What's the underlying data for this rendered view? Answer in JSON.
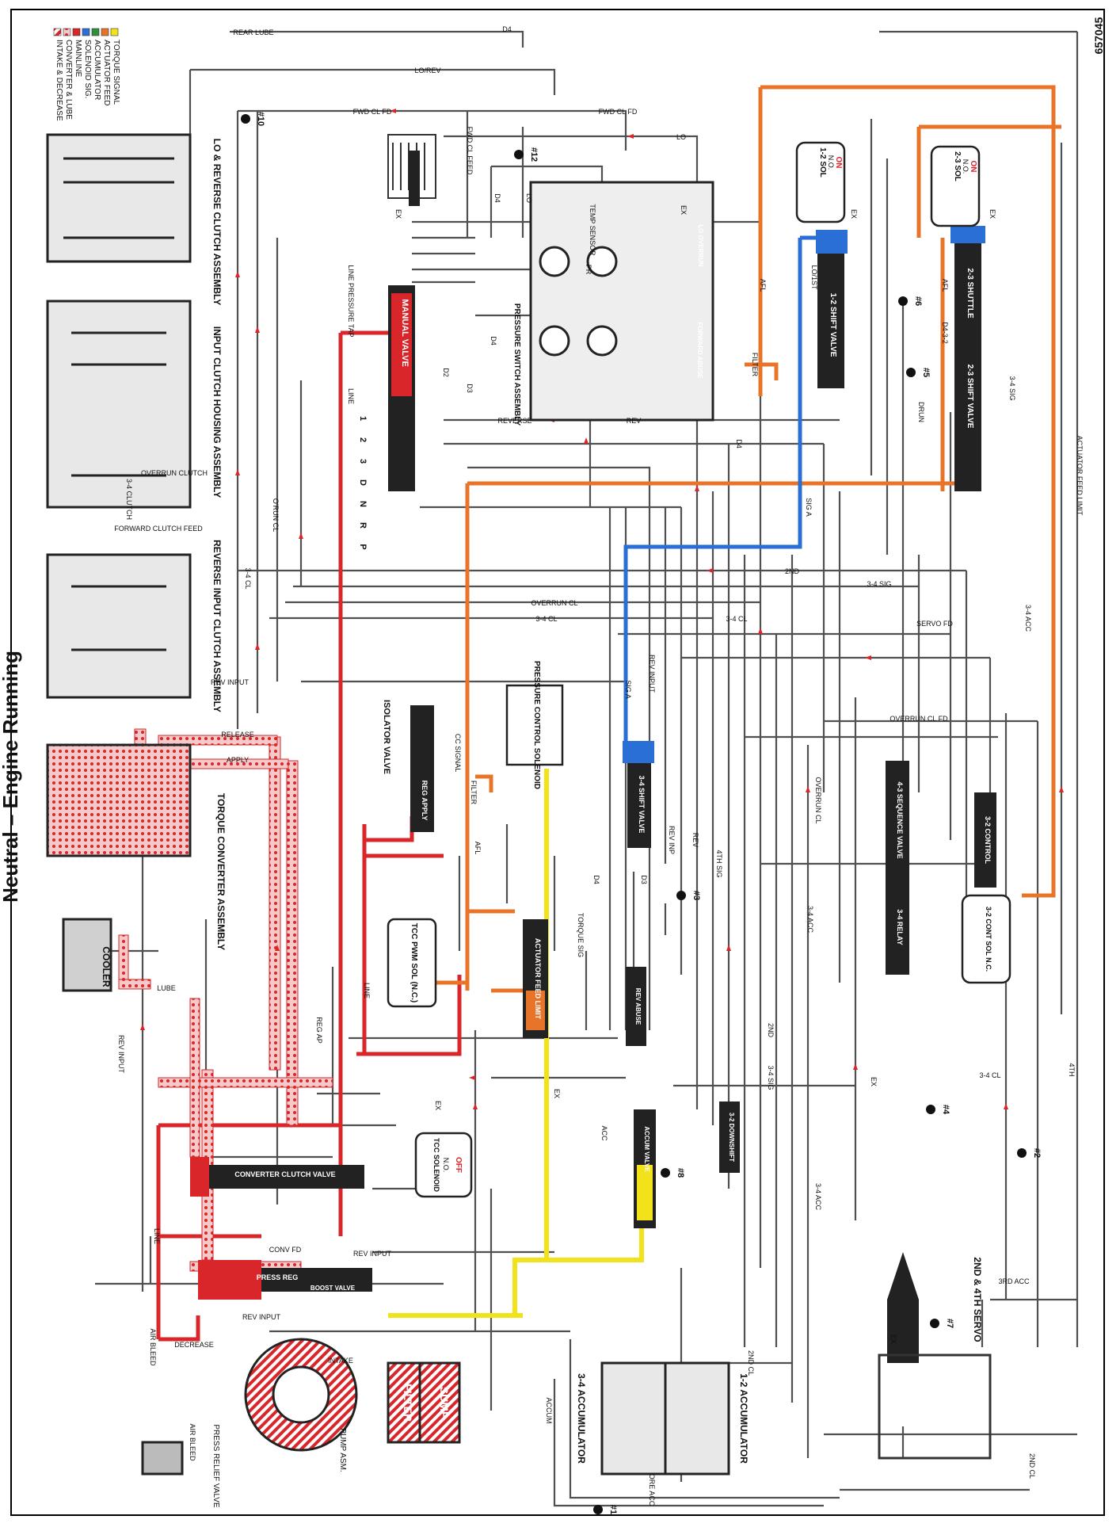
{
  "title": "Neutral – Engine Running",
  "figure_number": "657045",
  "legend": [
    {
      "label": "INTAKE & DECREASE",
      "color": "#d8262b",
      "pattern": "hatch"
    },
    {
      "label": "CONVERTER & LUBE",
      "color": "#d8262b",
      "pattern": "dots"
    },
    {
      "label": "MAINLINE",
      "color": "#d8262b",
      "pattern": "solid"
    },
    {
      "label": "SOLENOID SIG.",
      "color": "#2a6fd6",
      "pattern": "solid"
    },
    {
      "label": "ACCUMULATOR",
      "color": "#2f8f3a",
      "pattern": "solid"
    },
    {
      "label": "ACTUATOR FEED",
      "color": "#e8742a",
      "pattern": "solid"
    },
    {
      "label": "TORQUE SIGNAL",
      "color": "#f2e21a",
      "pattern": "solid"
    }
  ],
  "assemblies": {
    "lo_reverse_clutch": "LO & REVERSE CLUTCH ASSEMBLY",
    "input_clutch_housing": "INPUT CLUTCH HOUSING ASSEMBLY",
    "reverse_input_clutch": "REVERSE INPUT CLUTCH ASSEMBLY",
    "torque_converter": "TORQUE CONVERTER ASSEMBLY",
    "cooler": "COOLER",
    "pressure_switch": "PRESSURE SWITCH ASSEMBLY",
    "temp_sensor": "TEMP SENSOR",
    "accumulator_34": "3-4 ACCUMULATOR",
    "accumulator_12": "1-2 ACCUMULATOR",
    "servo": "2ND & 4TH SERVO",
    "pump": "PUMP ASM.",
    "press_relief": "PRESS RELIEF VALVE",
    "filter": "FILTER",
    "sump": "SUMP"
  },
  "valves": {
    "manual": "MANUAL VALVE",
    "shift_12": "1-2 SHIFT VALVE",
    "shift_23": "2-3 SHIFT VALVE",
    "shuttle_23": "2-3 SHUTTLE",
    "lo_overrun": "LO OVERRUN",
    "forward_abuse": "FORWARD ABUSE",
    "isolator": "ISOLATOR VALVE",
    "reg_apply": "REG APPLY",
    "shift_34": "3-4 SHIFT VALVE",
    "sequence_43": "4-3 SEQUENCE VALVE",
    "relay_34": "3-4 RELAY",
    "control_32": "3-2 CONTROL",
    "actuator_feed_limit": "ACTUATOR FEED LIMIT",
    "rev_abuse": "REV ABUSE",
    "accum_valve": "ACCUM VALVE",
    "downshift_32": "3-2 DOWNSHIFT",
    "converter_clutch": "CONVERTER CLUTCH VALVE",
    "press_reg": "PRESS REG",
    "boost": "BOOST VALVE"
  },
  "solenoids": {
    "sol_12": {
      "name": "1-2 SOL",
      "type": "N.O.",
      "state": "ON"
    },
    "sol_23": {
      "name": "2-3 SOL",
      "type": "N.O.",
      "state": "ON"
    },
    "pressure_control": "PRESSURE CONTROL SOLENOID",
    "tcc_pwm": "TCC PWM SOL (N.C.)",
    "tcc": {
      "name": "TCC SOLENOID",
      "type": "N.O.",
      "state": "OFF"
    },
    "cont_32": "3-2 CONT SOL N.C."
  },
  "gear_positions": [
    "P",
    "R",
    "N",
    "D",
    "3",
    "2",
    "1"
  ],
  "line_labels": {
    "rear_lube": "REAR LUBE",
    "d4": "D4",
    "lo_rev": "LO/REV",
    "fwd_cl_fd": "FWD CL FD",
    "lo": "LO",
    "fwd_cl_feed": "FWD CL FEED",
    "d3": "D3",
    "d2": "D2",
    "pr": "PR",
    "line": "LINE",
    "line_pressure_tap": "LINE PRESSURE TAP",
    "reverse": "REVERSE",
    "rev": "REV",
    "overrun_clutch": "OVERRUN CLUTCH",
    "forward_clutch_feed": "FORWARD CLUTCH FEED",
    "clutch_34": "3-4 CLUTCH",
    "oruncl": "O'RUN CL",
    "cl_34": "3-4 CL",
    "overrun_cl": "OVERRUN CL",
    "rev_input": "REV INPUT",
    "release": "RELEASE",
    "apply": "APPLY",
    "lube": "LUBE",
    "reg_ap": "REG AP",
    "cc_signal": "CC SIGNAL",
    "afl": "AFL",
    "torque_sig": "TORQUE SIG",
    "sig_a": "SIG A",
    "2nd": "2ND",
    "sig_34": "3-4 SIG",
    "servo_fd": "SERVO FD",
    "overrun_cl_fd": "OVERRUN CL FD",
    "acc_34": "3-4 ACC",
    "acc_3rd": "3RD ACC",
    "cl_2nd": "2ND CL",
    "4th": "4TH",
    "sig_4th": "4TH SIG",
    "rev_inp": "REV INP",
    "conv_fd": "CONV FD",
    "decrease": "DECREASE",
    "intake": "INTAKE",
    "air_bleed": "AIR BLEED",
    "accum": "ACCUM",
    "ore_acc": "ORE ACC",
    "acc": "ACC",
    "ex": "EX",
    "actuator_feed_limit": "ACTUATOR FEED LIMIT",
    "d432": "D4-3-2",
    "lo1st": "LO/1ST",
    "drun": "DRUN",
    "filter": "FILTER"
  },
  "check_balls": [
    "#1",
    "#2",
    "#3",
    "#4",
    "#5",
    "#6",
    "#7",
    "#8",
    "#10",
    "#12"
  ],
  "colors": {
    "mainline": "#d8262b",
    "solenoid": "#2a6fd6",
    "actuator": "#e8742a",
    "torque": "#f2e21a",
    "accumulator": "#2f8f3a",
    "line": "#4a4a4a",
    "valve": "#222222"
  }
}
